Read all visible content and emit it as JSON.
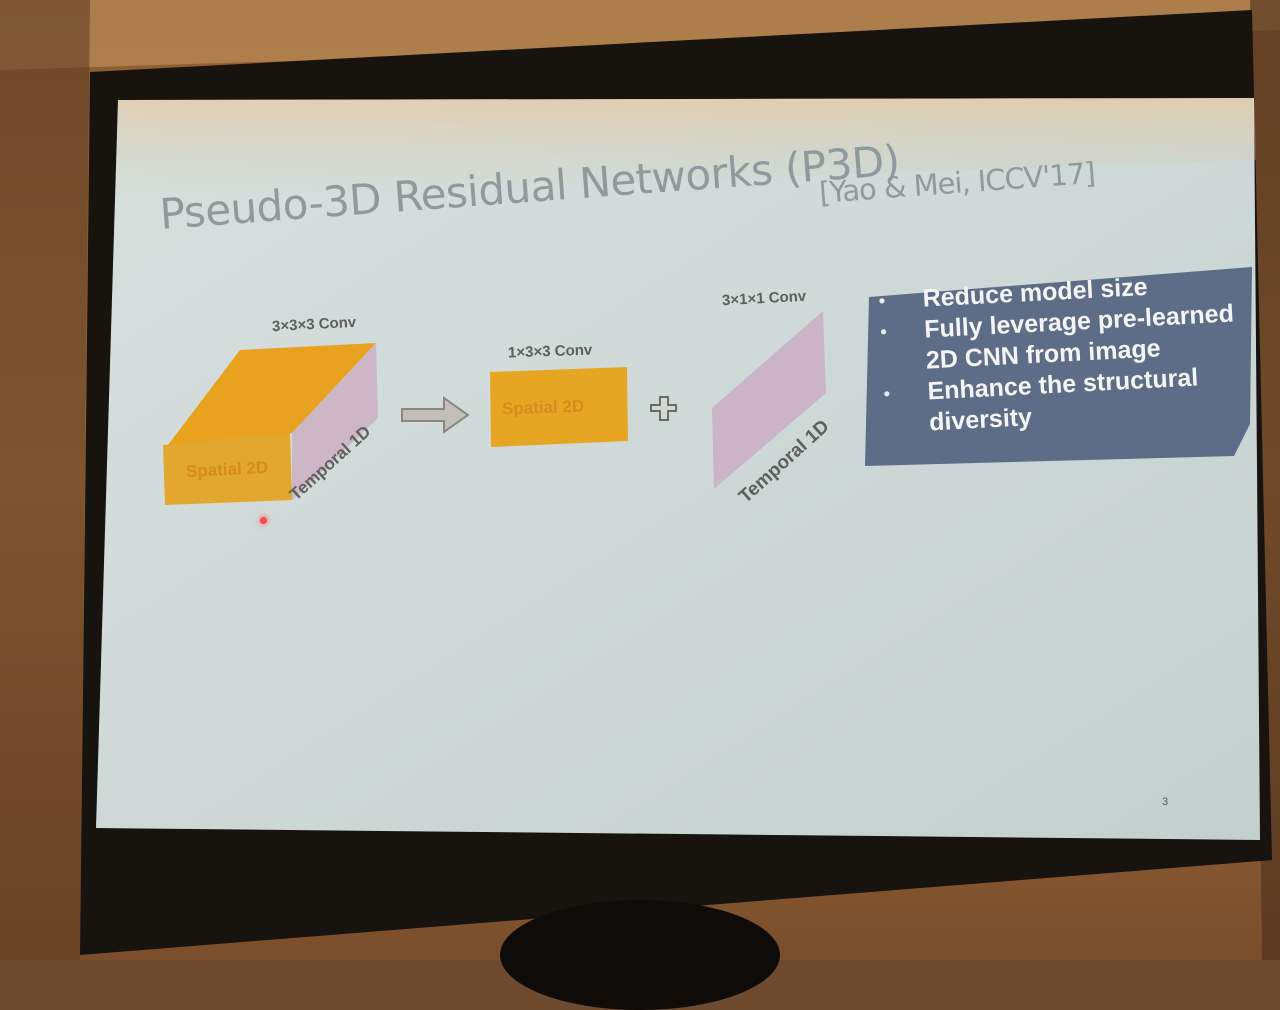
{
  "slide": {
    "title": "Pseudo-3D Residual Networks (P3D)",
    "citation": "[Yao & Mei, ICCV'17]",
    "page_number": "3"
  },
  "diagram": {
    "cube": {
      "conv_label": "3×3×3 Conv",
      "front_label": "Spatial 2D",
      "side_label": "Temporal 1D"
    },
    "spatial_block": {
      "conv_label": "1×3×3 Conv",
      "label": "Spatial 2D"
    },
    "plus_symbol": "+",
    "temporal_block": {
      "conv_label": "3×1×1 Conv",
      "label": "Temporal 1D"
    }
  },
  "benefits": [
    "Reduce model size",
    "Fully leverage pre-learned 2D CNN from image",
    "Enhance the structural diversity"
  ],
  "colors": {
    "screen": "#ccd7d5",
    "orange": "#e7a526",
    "lavender": "#c9b4c6",
    "callout": "#5c6d85",
    "arrow": "#c2bfbb"
  }
}
